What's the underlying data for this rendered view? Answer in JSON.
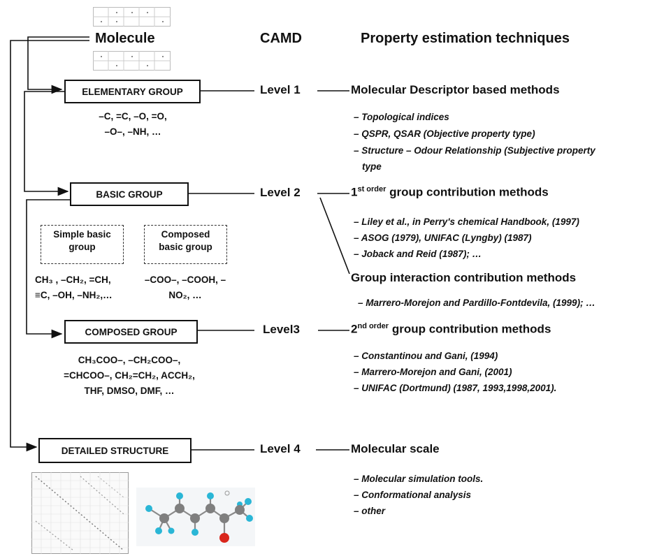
{
  "headers": {
    "molecule": "Molecule",
    "camd": "CAMD",
    "techniques": "Property estimation techniques"
  },
  "groups": {
    "elementary": {
      "label": "ELEMENTARY GROUP",
      "examples": [
        "–C, =C, –O, =O,",
        "–O–, –NH, …"
      ]
    },
    "basic": {
      "label": "BASIC GROUP",
      "simple_box": [
        "Simple basic",
        "group"
      ],
      "composed_box": [
        "Composed",
        "basic group"
      ],
      "simple_examples": [
        "CH₃ , –CH₂, =CH,",
        "≡C, –OH, –NH₂,…"
      ],
      "composed_examples": [
        "–COO–, –COOH, –",
        "NO₂, …"
      ]
    },
    "composed": {
      "label": "COMPOSED GROUP",
      "examples": [
        "CH₃COO–, –CH₂COO–,",
        "=CHCOO–, CH₂=CH₂, ACCH₂,",
        "THF, DMSO, DMF, …"
      ]
    },
    "detailed": {
      "label": "DETAILED STRUCTURE"
    }
  },
  "levels": [
    "Level 1",
    "Level 2",
    "Level3",
    "Level 4"
  ],
  "methods": {
    "m1": {
      "title": "Molecular Descriptor based methods",
      "items": [
        "– Topological indices",
        "– QSPR, QSAR (Objective property type)",
        "– Structure – Odour Relationship (Subjective property",
        "type"
      ]
    },
    "m2": {
      "pre": "1",
      "sup": "st order",
      "post": " group contribution methods",
      "items": [
        "– Liley et al.,  in Perry's chemical Handbook, (1997)",
        "– ASOG (1979), UNIFAC (Lyngby) (1987)",
        "– Joback and Reid (1987); …"
      ]
    },
    "m2b": {
      "title": "Group interaction contribution methods",
      "items": [
        "– Marrero-Morejon and Pardillo-Fontdevila, (1999); …"
      ]
    },
    "m3": {
      "pre": "2",
      "sup": "nd order",
      "post": " group contribution methods",
      "items": [
        "– Constantinou and Gani, (1994)",
        "– Marrero-Morejon and Gani, (2001)",
        "– UNIFAC (Dortmund) (1987, 1993,1998,2001)."
      ]
    },
    "m4": {
      "title": "Molecular scale",
      "items": [
        "– Molecular simulation tools.",
        "– Conformational analysis",
        "– other"
      ]
    }
  },
  "colors": {
    "atom_carbon": "#7f7f7f",
    "atom_hydrogen": "#2ab6d6",
    "atom_oxygen": "#d9261c"
  }
}
